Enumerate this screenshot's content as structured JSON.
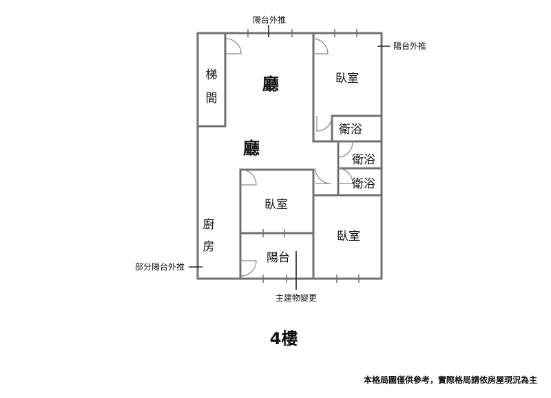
{
  "rooms": {
    "stairwell": [
      "梯",
      "間"
    ],
    "living_upper": "廳",
    "living_lower": "廳",
    "bedroom_top_right": "臥室",
    "bath_1": "衛浴",
    "bath_2": "衛浴",
    "bath_3": "衛浴",
    "bedroom_center": "臥室",
    "bedroom_bottom_right": "臥室",
    "kitchen": [
      "廚",
      "房"
    ],
    "balcony": "陽台"
  },
  "annotations": {
    "balcony_top": "陽台外推",
    "balcony_right": "陽台外推",
    "partial_balcony": "部分陽台外推",
    "main_building_change": "主建物變更"
  },
  "floor_label": "4樓",
  "disclaimer": "本格局圖僅供參考，實際格局請依房屋現況為主"
}
